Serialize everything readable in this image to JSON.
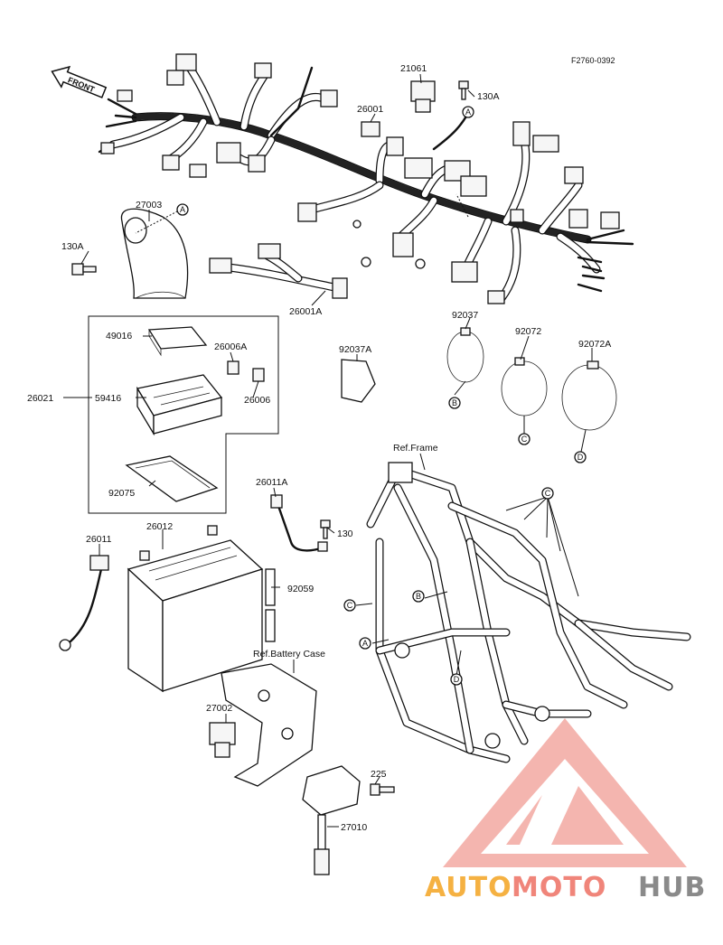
{
  "diagram_code": "F2760-0392",
  "front_arrow": "FRONT",
  "parts": {
    "p21061": "21061",
    "p130A_top": "130A",
    "p26001": "26001",
    "p27003": "27003",
    "p130A_horn": "130A",
    "p26001A": "26001A",
    "p49016": "49016",
    "p26006A": "26006A",
    "p26021": "26021",
    "p59416": "59416",
    "p26006": "26006",
    "p92075": "92075",
    "p92037A": "92037A",
    "p92037": "92037",
    "p92072": "92072",
    "p92072A": "92072A",
    "p26011A": "26011A",
    "p130": "130",
    "p26011": "26011",
    "p26012": "26012",
    "p92059": "92059",
    "p27002": "27002",
    "p225": "225",
    "p27010": "27010"
  },
  "refs": {
    "frame": "Ref.Frame",
    "battery_case": "Ref.Battery Case"
  },
  "markers": {
    "A": "A",
    "B": "B",
    "C": "C",
    "D": "D"
  },
  "watermark": {
    "part1": "AUTO",
    "part2": "MOTO",
    "part3": "HUB",
    "color1": "#f5b142",
    "color2": "#f0857a",
    "color3": "#8a8a8a"
  }
}
